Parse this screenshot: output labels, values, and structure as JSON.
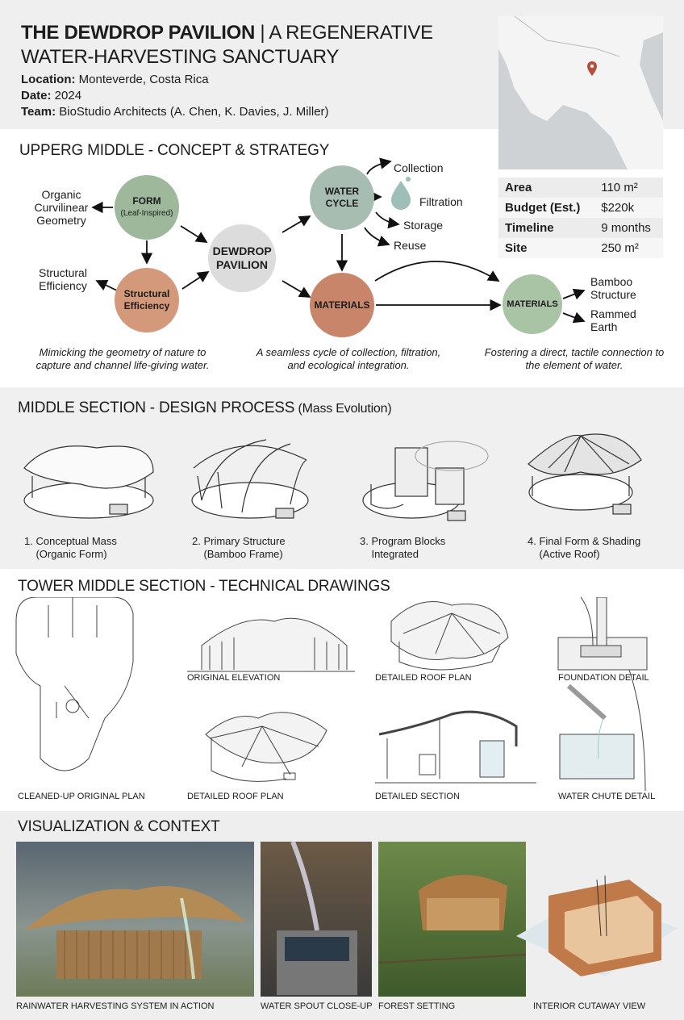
{
  "header": {
    "title_bold": "THE DEWDROP PAVILION",
    "title_rest": " | A REGENERATIVE",
    "title_line2": "WATER-HARVESTING SANCTUARY",
    "location_label": "Location:",
    "location": " Monteverde, Costa Rica",
    "date_label": "Date:",
    "date": " 2024",
    "team_label": "Team:",
    "team": " BioStudio Architects (A. Chen, K. Davies, J. Miller)"
  },
  "stats": [
    {
      "k": "Area",
      "v": "110 m²"
    },
    {
      "k": "Budget (Est.)",
      "v": "$220k"
    },
    {
      "k": "Timeline",
      "v": "9 months"
    },
    {
      "k": "Site",
      "v": "250 m²"
    }
  ],
  "concept": {
    "heading": "UPPERG MIDDLE   - CONCEPT & STRATEGY",
    "form": "FORM",
    "form_sub": "(Leaf-Inspired)",
    "structural": "Structural Efficiency",
    "center": "DEWDROP PAVILION",
    "water": "WATER CYCLE",
    "materials": "MATERIALS",
    "materials2": "MATERIALS",
    "organic": "Organic Curvilinear Geometry",
    "structural_out": "Structural Efficiency",
    "collection": "Collection",
    "filtration": "Filtration",
    "storage": "Storage",
    "reuse": "Reuse",
    "bamboo": "Bamboo Structure",
    "rammed": "Rammed Earth",
    "caption1": "Mimicking the geometry of nature to capture and channel life-giving water.",
    "caption2": "A seamless cycle of collection, filtration, and ecological integration.",
    "caption3": "Fostering a direct, tactile connection to the element of water."
  },
  "process": {
    "heading": "MIDDLE SECTION - DESIGN PROCESS",
    "heading_sub": " (Mass Evolution)",
    "stages": [
      {
        "n": "1.",
        "a": "Conceptual Mass",
        "b": "(Organic Form)"
      },
      {
        "n": "2.",
        "a": "Primary Structure",
        "b": "(Bamboo Frame)"
      },
      {
        "n": "3.",
        "a": "Program Blocks",
        "b": "Integrated"
      },
      {
        "n": "4.",
        "a": "Final Form & Shading",
        "b": "(Active Roof)"
      }
    ]
  },
  "technical": {
    "heading": "TOWER MIDDLE SECTION - TECHNICAL DRAWINGS",
    "labels": [
      "Original Elevation",
      "Detailed Roof Plan",
      "Foundation Detail",
      "Cleaned-up Original Plan",
      "Detailed Roof Plan",
      "Detailed Section",
      "Water Chute Detail"
    ]
  },
  "visual": {
    "heading": "VISUALIZATION & CONTEXT",
    "captions": [
      "RAINWATER HARVESTING SYSTEM IN ACTION",
      "WATER SPOUT CLOSE-UP",
      "FOREST SETTING",
      "INTERIOR CUTAWAY VIEW"
    ]
  },
  "colors": {
    "green": "#9db89b",
    "orange": "#d4987a",
    "gray": "#dcdcdc",
    "teal": "#a8bdb1",
    "terracotta": "#c9856a",
    "sage": "#a9c3a5",
    "pin": "#b5503c"
  }
}
